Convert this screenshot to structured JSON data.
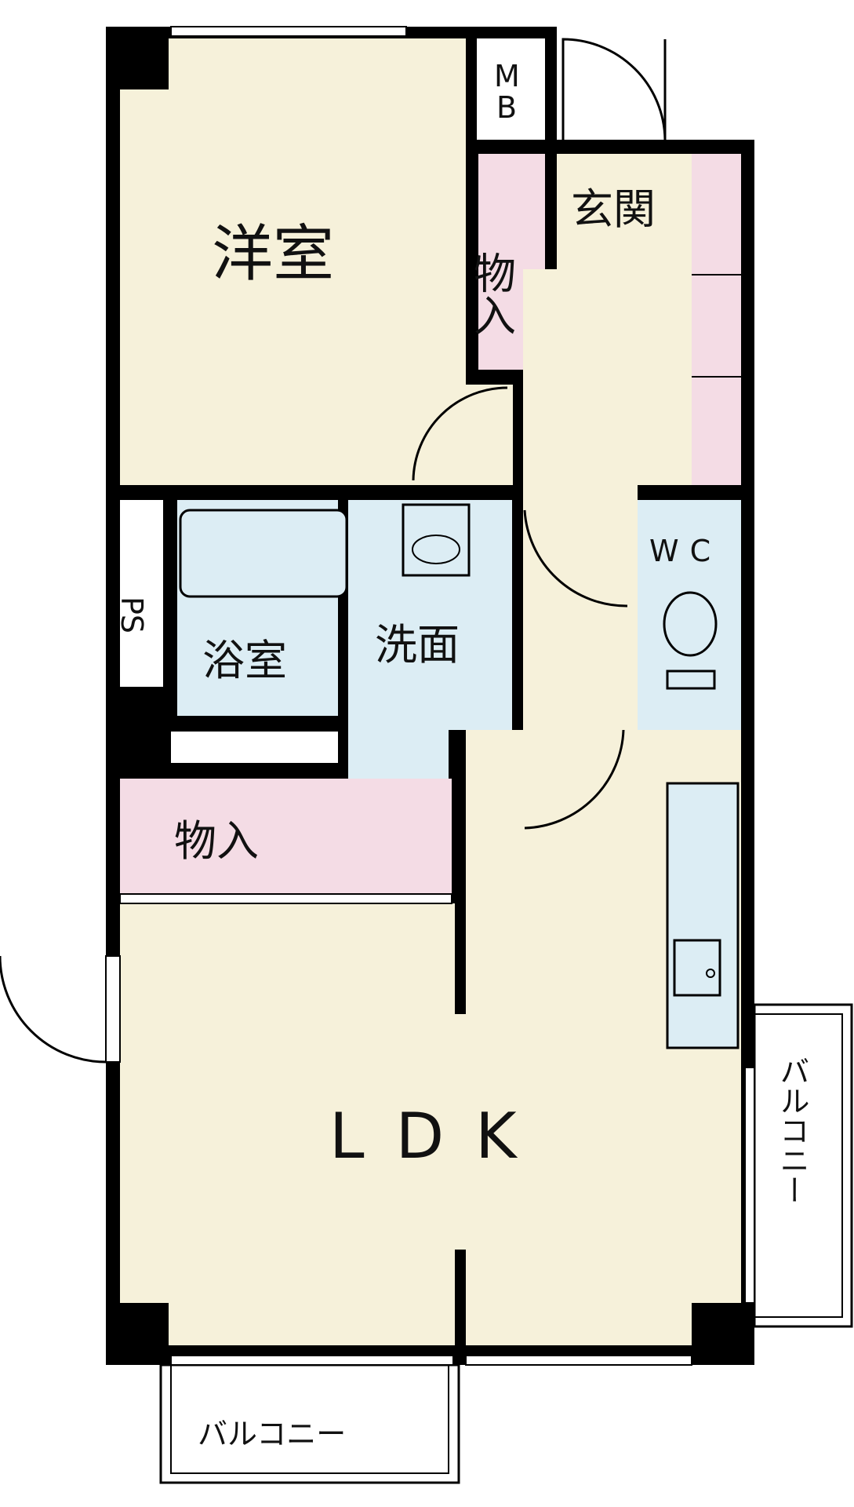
{
  "colors": {
    "floor": "#f6f1da",
    "storage": "#f4dce5",
    "wet": "#dcedf4",
    "wall": "#000000"
  },
  "rooms": {
    "western": "洋室",
    "mb": "MB",
    "storage_upper": "物入",
    "entrance": "玄関",
    "ps": "PS",
    "bath": "浴室",
    "washroom": "洗面",
    "wc": "WC",
    "storage_lower": "物入",
    "ldk": "LDK",
    "balcony_south": "バルコニー",
    "balcony_east": "バルコニー"
  }
}
